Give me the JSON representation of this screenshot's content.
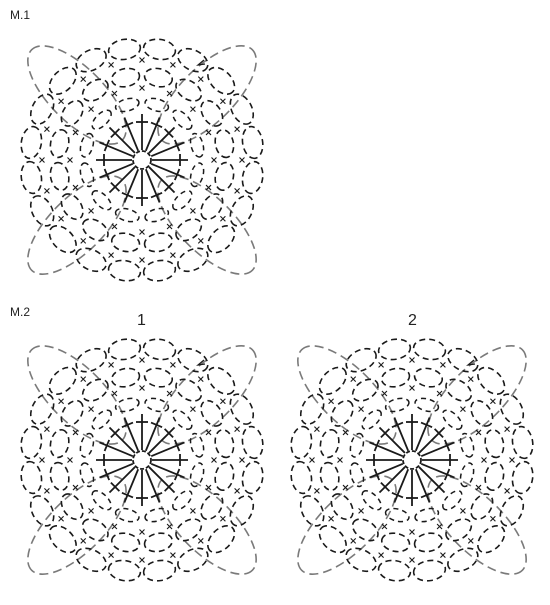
{
  "diagram": {
    "m1_label": "M.1",
    "m2_label": "M.2",
    "motif_1_number": "1",
    "motif_2_number": "2",
    "colors": {
      "ink": "#1a1a1a",
      "loop_ink": "#7a7a7a",
      "background": "#ffffff"
    }
  }
}
